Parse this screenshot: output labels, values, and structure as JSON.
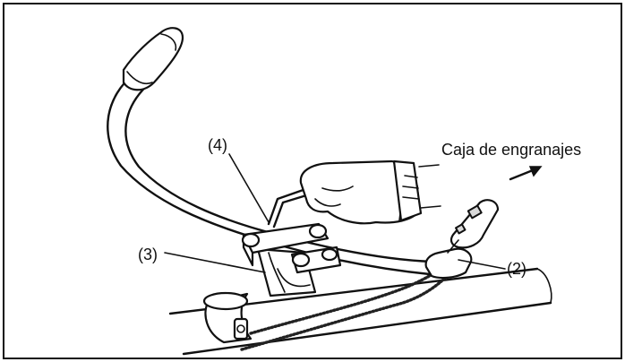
{
  "labels": {
    "gear_case": "Caja de engranajes",
    "part_2": "(2)",
    "part_3": "(3)",
    "part_4": "(4)"
  },
  "colors": {
    "ink": "#111111",
    "paper": "#ffffff",
    "shade": "#d9d9d9"
  }
}
